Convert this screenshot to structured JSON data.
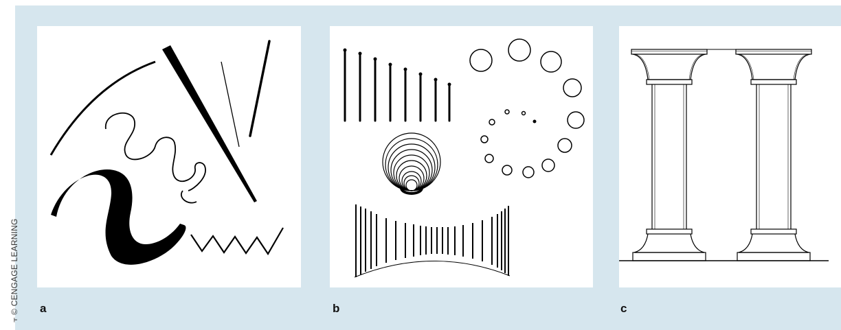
{
  "credit": "© CENGAGE LEARNING",
  "panels": [
    {
      "label": "a"
    },
    {
      "label": "b"
    },
    {
      "label": "c"
    }
  ],
  "colors": {
    "background": "#d6e6ee",
    "panel": "#ffffff",
    "ink": "#000000"
  }
}
